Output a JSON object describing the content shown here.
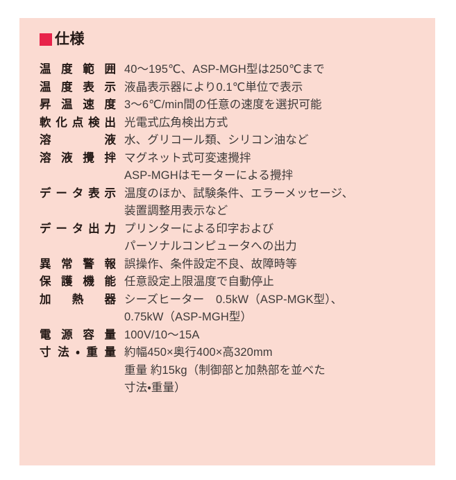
{
  "panel": {
    "background_color": "#FBDBD2",
    "page_background_color": "#FFFFFF",
    "heading": {
      "marker_icon": "red-square-bullet",
      "marker_color": "#E8234A",
      "text": "仕様"
    }
  },
  "spec_rows": [
    {
      "label": "温度範囲",
      "lines": [
        "40〜195℃、ASP-MGH型は250℃まで"
      ]
    },
    {
      "label": "温度表示",
      "lines": [
        "液晶表示器により0.1℃単位で表示"
      ]
    },
    {
      "label": "昇温速度",
      "lines": [
        "3〜6℃/min間の任意の速度を選択可能"
      ]
    },
    {
      "label": "軟化点検出",
      "lines": [
        "光電式広角検出方式"
      ]
    },
    {
      "label": "溶液",
      "lines": [
        "水、グリコール類、シリコン油など"
      ]
    },
    {
      "label": "溶液攪拌",
      "lines": [
        "マグネット式可変速攪拌",
        "ASP-MGHはモーターによる攪拌"
      ]
    },
    {
      "label": "データ表示",
      "lines": [
        "温度のほか、試験条件、エラーメッセージ、",
        "装置調整用表示など"
      ]
    },
    {
      "label": "データ出力",
      "lines": [
        "プリンターによる印字および",
        "パーソナルコンピュータへの出力"
      ]
    },
    {
      "label": "異常警報",
      "lines": [
        "誤操作、条件設定不良、故障時等"
      ]
    },
    {
      "label": "保護機能",
      "lines": [
        "任意設定上限温度で自動停止"
      ]
    },
    {
      "label": "加熱器",
      "lines": [
        "シーズヒーター　0.5kW（ASP-MGK型）、",
        "0.75kW（ASP-MGH型）"
      ]
    },
    {
      "label": "電源容量",
      "lines": [
        "100V/10〜15A"
      ]
    },
    {
      "label": "寸法・重量",
      "lines": [
        "約幅450×奥行400×高320mm",
        "重量 約15kg（制御部と加熱部を並べた",
        "寸法・重量）"
      ]
    }
  ]
}
